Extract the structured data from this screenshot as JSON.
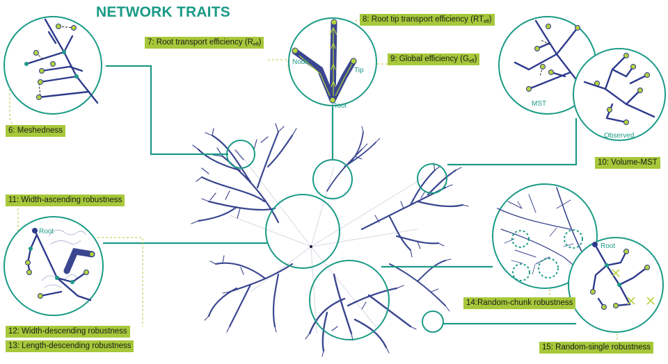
{
  "title": "NETWORK TRAITS",
  "labels": {
    "meshedness": "6: Meshedness",
    "root_transport": "7: Root transport efficiency (R",
    "root_transport_sub": "eff",
    "root_tip": "8: Root tip transport efficiency (RT",
    "root_tip_sub": "eff",
    "global_eff": "9: Global efficiency (G",
    "global_eff_sub": "eff",
    "volume_mst": "10: Volume-MST",
    "width_asc": "11: Width-ascending robustness",
    "width_desc": "12: Width-descending robustness",
    "length_desc": "13: Length-descending robustness",
    "random_chunk": "14:Random-chunk robustness",
    "random_single": "15: Random-single robustness"
  },
  "closing_paren": ")",
  "inner_text": {
    "node": "Node",
    "tip": "Tip",
    "root_top": "Root",
    "mst": "MST",
    "observed": "Observed",
    "root_left": "Root",
    "root_right": "Root"
  },
  "colors": {
    "teal": "#1a9a86",
    "network_blue": "#2e3a8c",
    "node_green": "#b5d33d",
    "label_green": "#a6c83a"
  }
}
